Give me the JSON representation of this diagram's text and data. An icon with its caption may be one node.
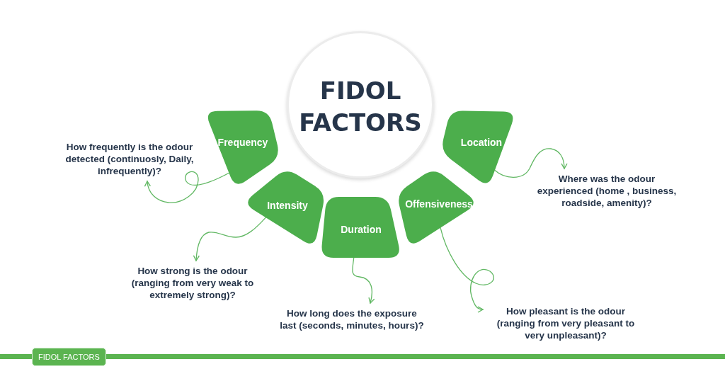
{
  "diagram": {
    "nodes": [
      {
        "text": [
          "FIDOL FACTORS"
        ]
      },
      {
        "text": [
          "Frequency"
        ]
      },
      {
        "text": [
          "Intensity"
        ]
      },
      {
        "text": [
          "Duration"
        ]
      },
      {
        "text": [
          "Offensiveness"
        ]
      },
      {
        "text": [
          "Location"
        ]
      },
      {
        "text": [
          "How frequently is the odour detected (continuosly, Daily, infrequently)?"
        ]
      },
      {
        "text": [
          "How strong is the odour (ranging from very weak to extremely strong)?"
        ]
      },
      {
        "text": [
          "How long does the exposure last (seconds, minutes, hours)?"
        ]
      },
      {
        "text": [
          "How pleasant is the odour (ranging from very pleasant to very unpleasant)?"
        ]
      },
      {
        "text": [
          "Where was the odour experienced (home , business, roadside, amenity)?"
        ]
      },
      {
        "text": [
          "FIDOL FACTORS"
        ]
      }
    ],
    "edges": [
      {
        "from": 1,
        "to": 6,
        "arrow": "to"
      },
      {
        "from": 2,
        "to": 7,
        "arrow": "to"
      },
      {
        "from": 3,
        "to": 8,
        "arrow": "to"
      },
      {
        "from": 4,
        "to": 9,
        "arrow": "to"
      },
      {
        "from": 5,
        "to": 10,
        "arrow": "to"
      }
    ]
  }
}
